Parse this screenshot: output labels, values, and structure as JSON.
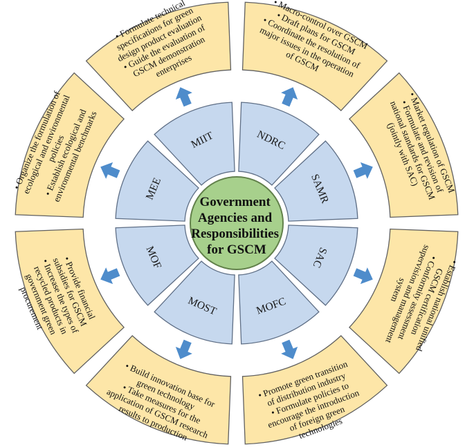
{
  "center": {
    "lines": [
      "Government",
      "Agencies and",
      "Responsibilities",
      "for GSCM"
    ]
  },
  "agencies": [
    {
      "id": "ndrc",
      "name": "NDRC",
      "bullets": [
        [
          "Macro-control over GSCM"
        ],
        [
          "Draft plans for GSCM"
        ],
        [
          "Coordinate the resolution of",
          "major issues in the operation",
          "of GSCM"
        ]
      ]
    },
    {
      "id": "samr",
      "name": "SAMR",
      "bullets": [
        [
          "Market regulation of GSCM"
        ],
        [
          "Formulate and revision of",
          "national standards for GSCM",
          "(jointly with SAC)"
        ]
      ]
    },
    {
      "id": "sac",
      "name": "SAC",
      "bullets": [
        [
          "Establish national unified",
          "GSCM certification"
        ],
        [
          "Conformity assessment",
          "supervision and management",
          "system"
        ]
      ]
    },
    {
      "id": "mofc",
      "name": "MOFC",
      "bullets": [
        [
          "Promote green transition",
          "of distribution industry"
        ],
        [
          "Formulate policies to",
          "encourage the introduction",
          "of foreign green",
          "technologies"
        ]
      ]
    },
    {
      "id": "most",
      "name": "MOST",
      "bullets": [
        [
          "Build innovation base for",
          "green technology"
        ],
        [
          "Take measures for the",
          "application of GSCM research",
          "results to production"
        ]
      ]
    },
    {
      "id": "mof",
      "name": "MOF",
      "bullets": [
        [
          "Provide financial",
          "subsidies for GSCM"
        ],
        [
          "Increase the types of",
          "recycled products in",
          "government green",
          "procurement"
        ]
      ]
    },
    {
      "id": "mee",
      "name": "MEE",
      "bullets": [
        [
          "Organize the formulation of",
          "ecological and environmental",
          "policies"
        ],
        [
          "Establish ecological and",
          "environmental benchmarks"
        ]
      ]
    },
    {
      "id": "miit",
      "name": "MIIT",
      "bullets": [
        [
          "Formulate technical",
          "specifications for green",
          "design product evaluation"
        ],
        [
          "Guide the evaluation of",
          "GSCM demonstration",
          "enterprises"
        ]
      ]
    }
  ],
  "colors": {
    "outer_fill": "#fde6a8",
    "inner_fill": "#c6d8ee",
    "hub_fill": "#a7d08c",
    "arrow_fill": "#4e8ccb"
  },
  "icons": {
    "bullet": "•"
  }
}
